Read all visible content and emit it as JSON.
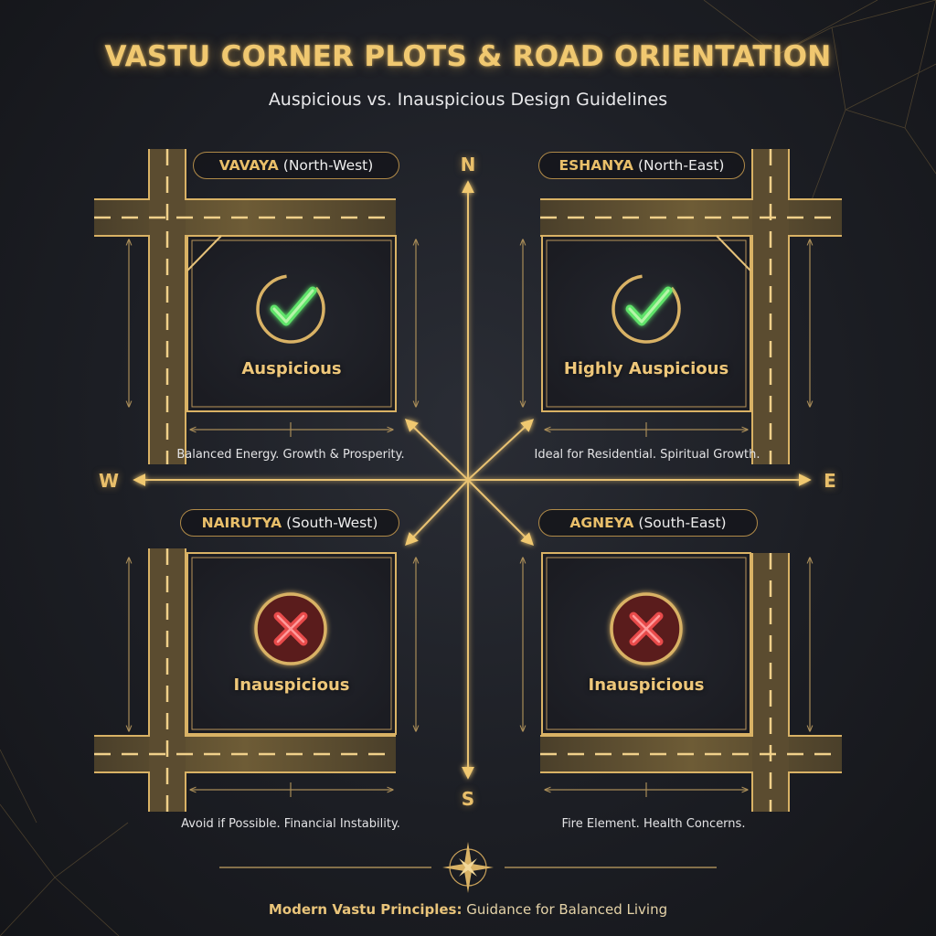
{
  "header": {
    "title": "VASTU CORNER PLOTS & ROAD ORIENTATION",
    "subtitle": "Auspicious vs. Inauspicious Design Guidelines"
  },
  "compass": {
    "north": "N",
    "south": "S",
    "east": "E",
    "west": "W"
  },
  "quadrants": [
    {
      "id": "north-west",
      "name": "VAVAYA",
      "direction": "(North-West)",
      "status": "Auspicious",
      "icon": "check-icon",
      "description": "Balanced Energy. Growth & Prosperity."
    },
    {
      "id": "north-east",
      "name": "ESHANYA",
      "direction": "(North-East)",
      "status": "Highly Auspicious",
      "icon": "check-icon",
      "description": "Ideal for Residential. Spiritual Growth."
    },
    {
      "id": "south-west",
      "name": "NAIRUTYA",
      "direction": "(South-West)",
      "status": "Inauspicious",
      "icon": "cross-icon",
      "description": "Avoid if Possible. Financial Instability."
    },
    {
      "id": "south-east",
      "name": "AGNEYA",
      "direction": "(South-East)",
      "status": "Inauspicious",
      "icon": "cross-icon",
      "description": "Fire Element. Health Concerns."
    }
  ],
  "footer": {
    "bold": "Modern Vastu Principles:",
    "text": "Guidance for Balanced Living"
  },
  "colors": {
    "background": "#1c1e24",
    "gold": "#d9b265",
    "gold_bright": "#f0c870",
    "road": "#5a4c30",
    "check_green": "#5fe36a",
    "cross_red": "#e84a4a"
  }
}
